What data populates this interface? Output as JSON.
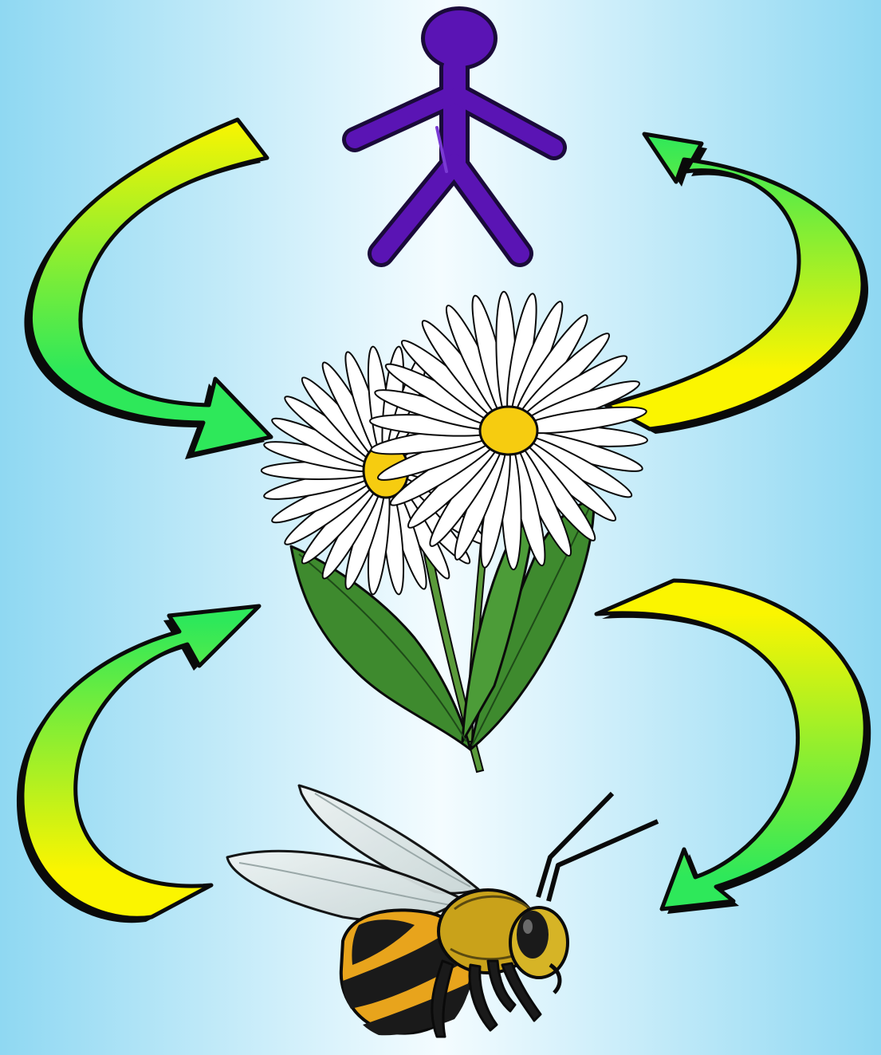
{
  "diagram": {
    "type": "cycle",
    "nodes": [
      {
        "id": "human",
        "icon": "stick-figure-icon",
        "color": "#5a14b4"
      },
      {
        "id": "flower",
        "icon": "daisy-flower-icon",
        "petal_color": "#ffffff",
        "center_color": "#f6cc10",
        "leaf_color": "#3e8a2e"
      },
      {
        "id": "bee",
        "icon": "honeybee-icon",
        "body_color": "#e8a41c",
        "stripe_color": "#1a1a1a"
      }
    ],
    "edges": [
      {
        "from": "human",
        "to": "flower",
        "side": "left"
      },
      {
        "from": "flower",
        "to": "human",
        "side": "right"
      },
      {
        "from": "bee",
        "to": "flower",
        "side": "left"
      },
      {
        "from": "flower",
        "to": "bee",
        "side": "right"
      }
    ],
    "colors": {
      "background_edge": "#8fd8f2",
      "background_center": "#f4fcff",
      "arrow_yellow": "#fbf500",
      "arrow_green": "#2ee85a",
      "outline": "#0a0a0a"
    }
  }
}
